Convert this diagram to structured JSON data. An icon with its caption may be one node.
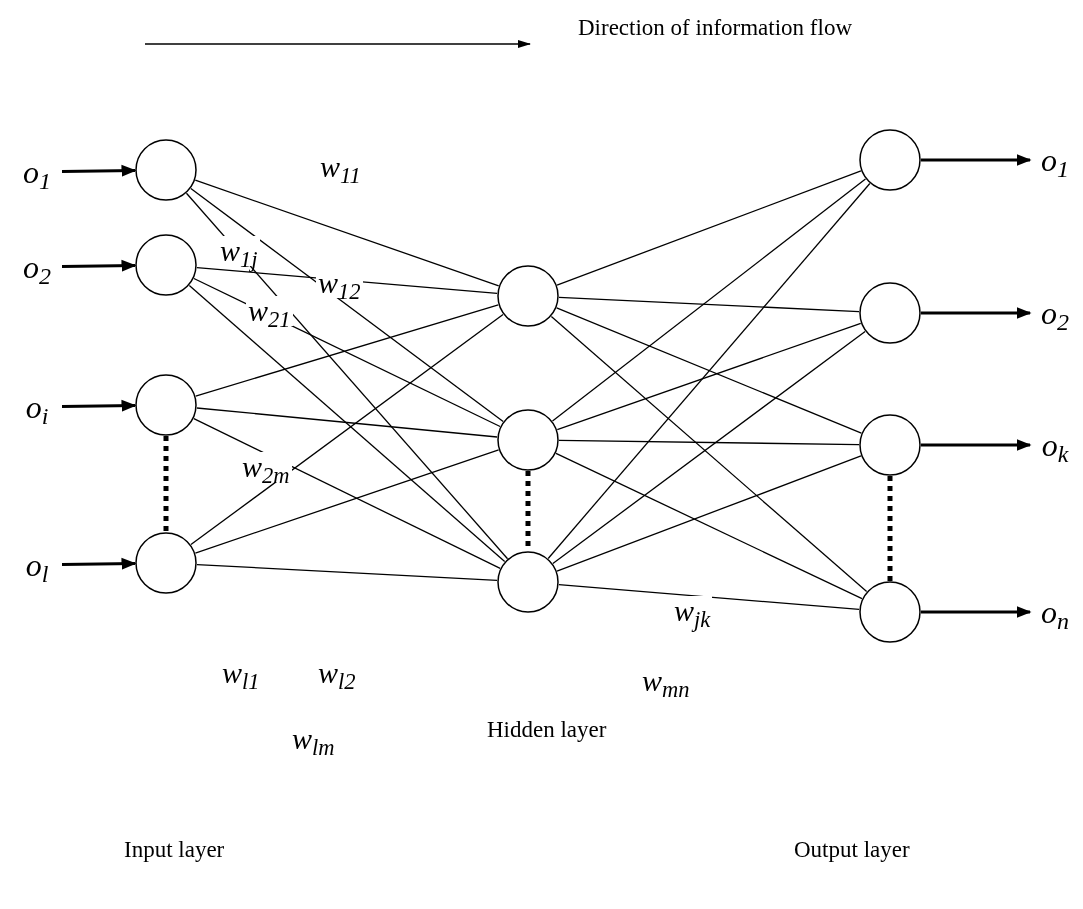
{
  "diagram": {
    "nodes": [
      {
        "text": [
          "o$_{1}$"
        ]
      },
      {
        "text": [
          "o$_{2}$"
        ]
      },
      {
        "text": [
          "o$_{i}$"
        ]
      },
      {
        "text": [
          "o$_{l}$"
        ]
      },
      {
        "text": [],
        "shape": "circle"
      },
      {
        "text": [],
        "shape": "circle"
      },
      {
        "text": [],
        "shape": "circle"
      },
      {
        "text": [],
        "shape": "circle"
      },
      {
        "text": [],
        "shape": "circle"
      },
      {
        "text": [],
        "shape": "circle"
      },
      {
        "text": [],
        "shape": "circle"
      },
      {
        "text": [],
        "shape": "circle"
      },
      {
        "text": [],
        "shape": "circle"
      },
      {
        "text": [],
        "shape": "circle"
      },
      {
        "text": [],
        "shape": "circle"
      },
      {
        "text": [
          "o$_{1}$"
        ]
      },
      {
        "text": [
          "o$_{2}$"
        ]
      },
      {
        "text": [
          "o$_{k}$"
        ]
      },
      {
        "text": [
          "o$_{n}$"
        ]
      }
    ],
    "edges": [
      {
        "from": 0,
        "to": 4,
        "arrow": "to",
        "style": "thick"
      },
      {
        "from": 1,
        "to": 5,
        "arrow": "to",
        "style": "thick"
      },
      {
        "from": 2,
        "to": 6,
        "arrow": "to",
        "style": "thick"
      },
      {
        "from": 3,
        "to": 7,
        "arrow": "to",
        "style": "thick"
      },
      {
        "from": 4,
        "to": 8,
        "arrow": "none"
      },
      {
        "from": 4,
        "to": 9,
        "arrow": "none"
      },
      {
        "from": 4,
        "to": 10,
        "arrow": "none"
      },
      {
        "from": 5,
        "to": 8,
        "arrow": "none"
      },
      {
        "from": 5,
        "to": 9,
        "arrow": "none"
      },
      {
        "from": 5,
        "to": 10,
        "arrow": "none"
      },
      {
        "from": 6,
        "to": 8,
        "arrow": "none"
      },
      {
        "from": 6,
        "to": 9,
        "arrow": "none"
      },
      {
        "from": 6,
        "to": 10,
        "arrow": "none"
      },
      {
        "from": 7,
        "to": 8,
        "arrow": "none"
      },
      {
        "from": 7,
        "to": 9,
        "arrow": "none"
      },
      {
        "from": 7,
        "to": 10,
        "arrow": "none"
      },
      {
        "from": 8,
        "to": 11,
        "arrow": "none"
      },
      {
        "from": 8,
        "to": 12,
        "arrow": "none"
      },
      {
        "from": 8,
        "to": 13,
        "arrow": "none"
      },
      {
        "from": 8,
        "to": 14,
        "arrow": "none"
      },
      {
        "from": 9,
        "to": 11,
        "arrow": "none"
      },
      {
        "from": 9,
        "to": 12,
        "arrow": "none"
      },
      {
        "from": 9,
        "to": 13,
        "arrow": "none"
      },
      {
        "from": 9,
        "to": 14,
        "arrow": "none"
      },
      {
        "from": 10,
        "to": 11,
        "arrow": "none"
      },
      {
        "from": 10,
        "to": 12,
        "arrow": "none"
      },
      {
        "from": 10,
        "to": 13,
        "arrow": "none"
      },
      {
        "from": 10,
        "to": 14,
        "arrow": "none"
      },
      {
        "from": 11,
        "to": 15,
        "arrow": "to",
        "style": "thick"
      },
      {
        "from": 12,
        "to": 16,
        "arrow": "to",
        "style": "thick"
      },
      {
        "from": 13,
        "to": 17,
        "arrow": "to",
        "style": "thick"
      },
      {
        "from": 14,
        "to": 18,
        "arrow": "to",
        "style": "thick"
      },
      {
        "from": 6,
        "to": 7,
        "arrow": "none",
        "style": "dashed"
      },
      {
        "from": 9,
        "to": 10,
        "arrow": "none",
        "style": "dashed"
      },
      {
        "from": 13,
        "to": 14,
        "arrow": "none",
        "style": "dashed"
      }
    ],
    "labels": [
      "Direction of information flow",
      "w$_{11}$",
      "w$_{1j}$",
      "w$_{12}$",
      "w$_{21}$",
      "w$_{2m}$",
      "w$_{l1}$",
      "w$_{l2}$",
      "w$_{lm}$",
      "w$_{jk}$",
      "w$_{mn}$",
      "Hidden layer",
      "Input layer",
      "Output layer"
    ]
  }
}
